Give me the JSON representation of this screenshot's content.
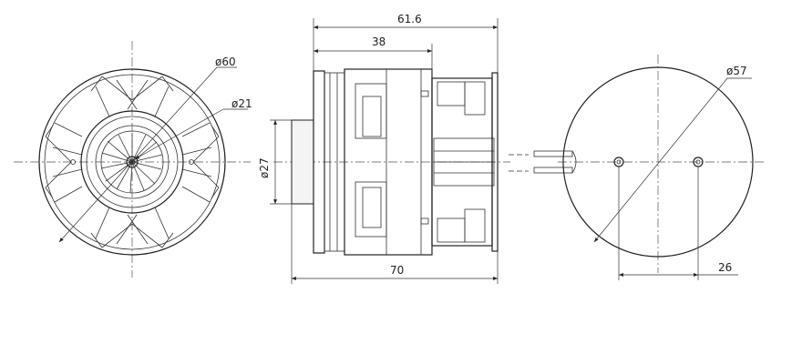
{
  "dimensions": {
    "front_outer_diameter": "ø60",
    "front_hub_diameter": "ø21",
    "side_total_length": "61.6",
    "side_body_length": "38",
    "side_shaft_diameter": "ø27",
    "side_overall_length": "70",
    "rear_diameter": "ø57",
    "rear_terminal_spacing": "26"
  }
}
